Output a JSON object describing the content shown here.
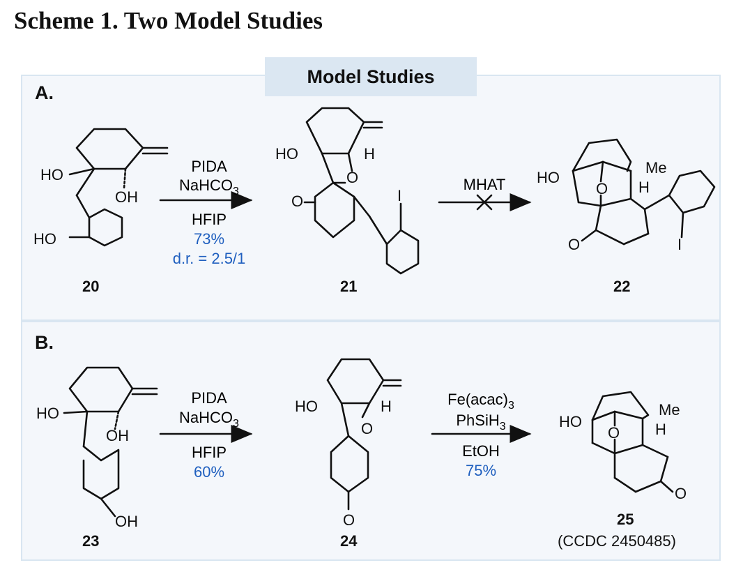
{
  "title": "Scheme 1. Two Model Studies",
  "banner": "Model Studies",
  "colors": {
    "panel_bg": "#f4f7fb",
    "panel_border": "#d9e6f1",
    "banner_bg": "#dbe7f2",
    "yield_blue": "#1f5fbf",
    "ink": "#111111"
  },
  "panel_a": {
    "label": "A.",
    "compounds": [
      "20",
      "21",
      "22"
    ],
    "step1": {
      "reagents": [
        "PIDA",
        "NaHCO3"
      ],
      "solvent": "HFIP",
      "yield": "73%",
      "dr": "d.r. = 2.5/1"
    },
    "step2": {
      "reagents": [
        "MHAT"
      ],
      "outcome": "failed"
    }
  },
  "panel_b": {
    "label": "B.",
    "compounds": [
      "23",
      "24",
      "25"
    ],
    "compound_25_note": "(CCDC 2450485)",
    "step1": {
      "reagents": [
        "PIDA",
        "NaHCO3"
      ],
      "solvent": "HFIP",
      "yield": "60%"
    },
    "step2": {
      "reagents": [
        "Fe(acac)3",
        "PhSiH3"
      ],
      "solvent": "EtOH",
      "yield": "75%"
    }
  },
  "atom_labels": {
    "ho": "HO",
    "oh": "OH",
    "o": "O",
    "h": "H",
    "me": "Me",
    "i": "I"
  }
}
